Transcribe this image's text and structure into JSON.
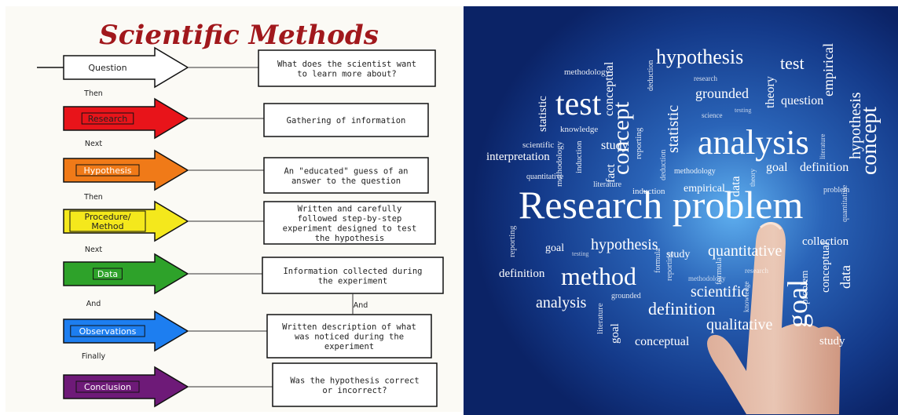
{
  "left": {
    "title": "Scientific Methods",
    "steps": [
      {
        "label": "Question",
        "color": "#ffffff",
        "text_color": "#222222",
        "desc": [
          "What does the scientist want",
          "to learn more about?"
        ]
      },
      {
        "label": "Research",
        "color": "#e8141a",
        "text_color": "#222222",
        "desc": [
          "Gathering of information"
        ]
      },
      {
        "label": "Hypothesis",
        "color": "#f07a18",
        "text_color": "#ffffff",
        "desc": [
          "An \"educated\" guess of an",
          "answer to the question"
        ]
      },
      {
        "label": "Procedure/\nMethod",
        "color": "#f4e81c",
        "text_color": "#222222",
        "desc": [
          "Written and carefully",
          "followed step-by-step",
          "experiment designed to test",
          "the hypothesis"
        ]
      },
      {
        "label": "Data",
        "color": "#2ea22a",
        "text_color": "#ffffff",
        "desc": [
          "Information collected during",
          "the experiment"
        ]
      },
      {
        "label": "Observations",
        "color": "#1d7ef0",
        "text_color": "#ffffff",
        "desc": [
          "Written description of what",
          "was noticed during the",
          "experiment"
        ]
      },
      {
        "label": "Conclusion",
        "color": "#6e1a78",
        "text_color": "#ffffff",
        "desc": [
          "Was the hypothesis correct",
          "or incorrect?"
        ]
      }
    ],
    "connectors": [
      "Then",
      "Next",
      "Then",
      "Next",
      "And",
      "Finally"
    ],
    "side_connector": "And"
  },
  "right": {
    "background": "#12307a",
    "headline": "Research problem",
    "words": [
      "hypothesis",
      "test",
      "methodology",
      "deduction",
      "research",
      "grounded",
      "question",
      "empirical",
      "conceptual",
      "theory",
      "statistic",
      "test",
      "concept",
      "science",
      "testing",
      "knowledge",
      "reporting",
      "analysis",
      "hypothesis",
      "concept",
      "scientific",
      "induction",
      "study",
      "deduction",
      "statistic",
      "literature",
      "interpretation",
      "quantitative",
      "methodology",
      "fact",
      "methodology",
      "data",
      "theory",
      "goal",
      "definition",
      "problem",
      "literature",
      "induction",
      "empirical",
      "quantitative",
      "reporting",
      "goal",
      "testing",
      "hypothesis",
      "formula",
      "study",
      "quantitative",
      "collection",
      "definition",
      "method",
      "reporting",
      "methodology",
      "research",
      "scientific",
      "formula",
      "conceptual",
      "data",
      "analysis",
      "literature",
      "grounded",
      "definition",
      "knowledge",
      "goal",
      "problem",
      "goal",
      "qualitative",
      "conceptual",
      "study"
    ]
  }
}
